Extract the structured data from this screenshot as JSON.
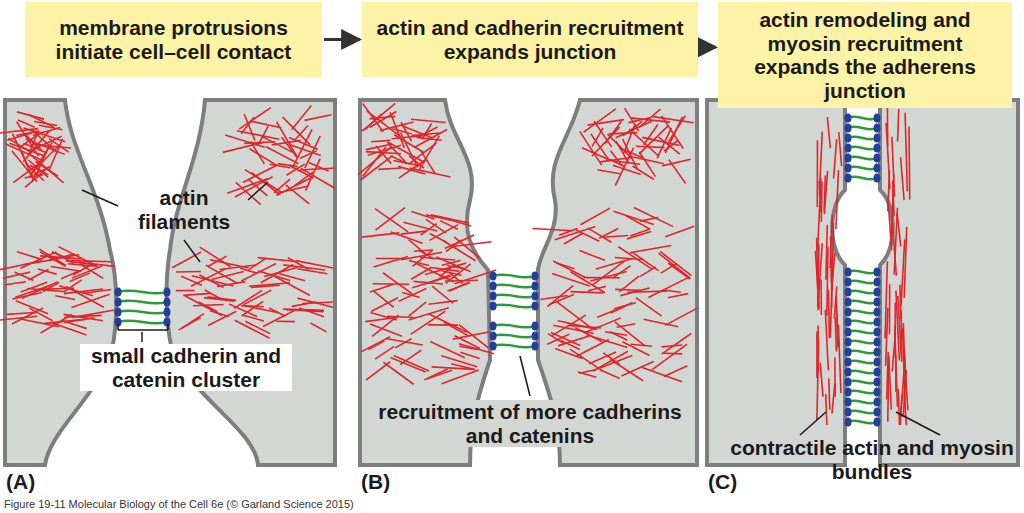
{
  "diagram": {
    "caption": "Figure 19-11 Molecular Biology of the Cell 6e (© Garland Science 2015)",
    "nodes": [
      {
        "text": [
          "membrane protrusions initiate cell–cell contact"
        ]
      },
      {
        "text": [
          "actin and cadherin recruitment expands junction"
        ]
      },
      {
        "text": [
          "actin remodeling and myosin recruitment expands the adherens junction"
        ]
      }
    ],
    "edges": [
      {
        "from": 0,
        "to": 1,
        "arrow": "to"
      },
      {
        "from": 1,
        "to": 2,
        "arrow": "to"
      }
    ],
    "labels": [
      "actin filaments",
      "small cadherin and catenin cluster",
      "recruitment of more cadherins and catenins",
      "contractile actin and myosin bundles",
      "(A)",
      "(B)",
      "(C)"
    ]
  }
}
